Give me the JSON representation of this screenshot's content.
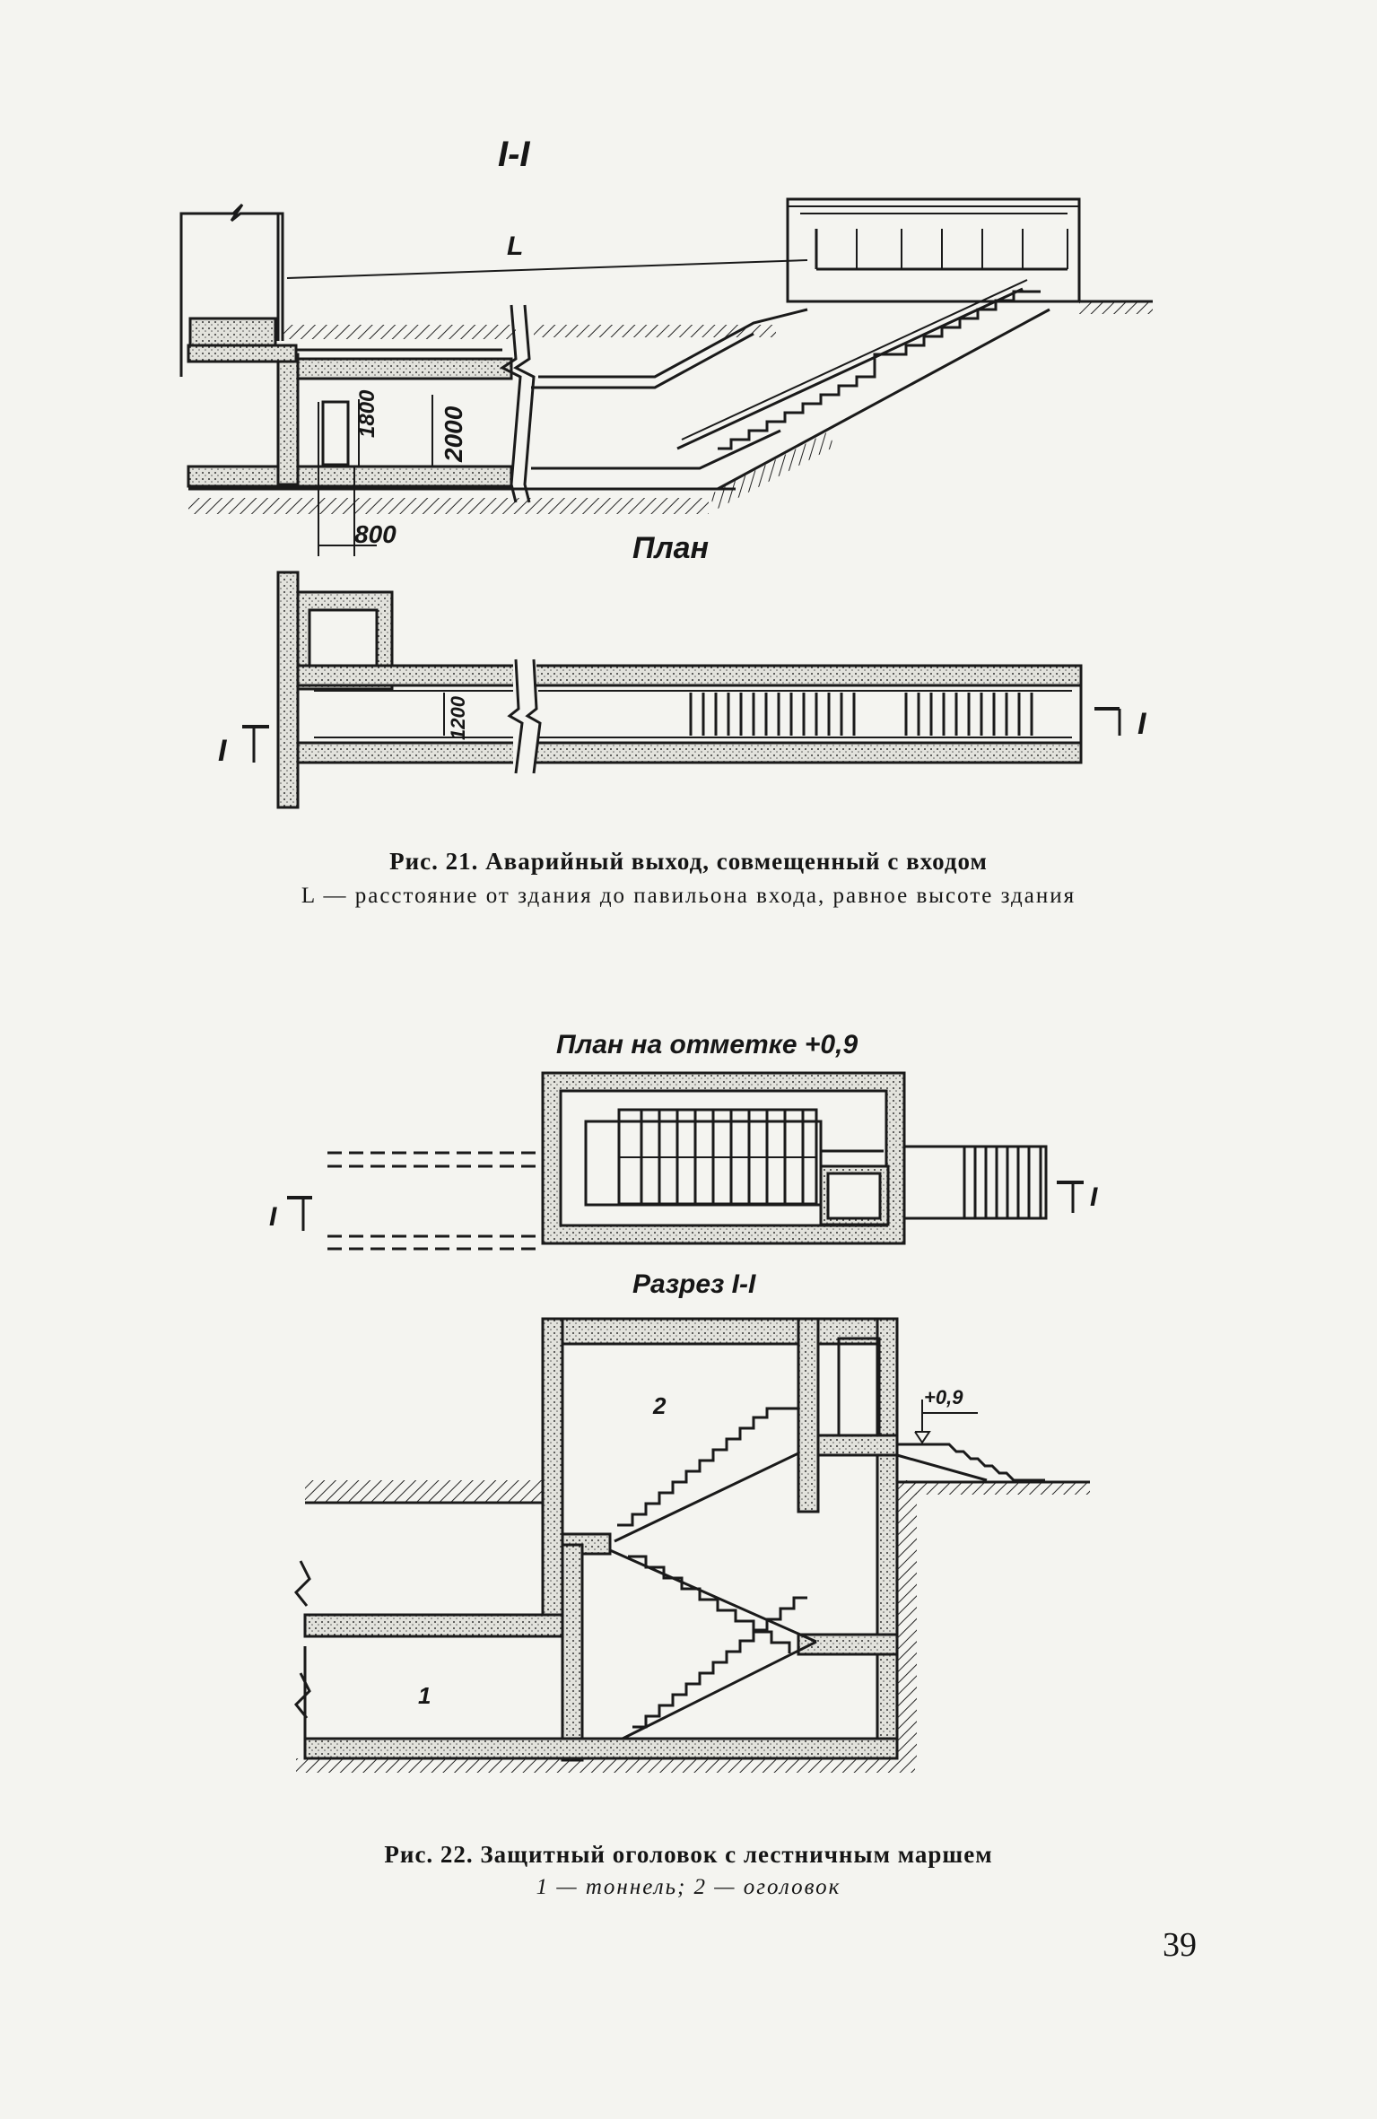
{
  "fig21": {
    "section_label": "I-I",
    "distance_label": "L",
    "dim_1800": "1800",
    "dim_2000": "2000",
    "dim_800": "800",
    "plan_label": "План",
    "dim_1200": "1200",
    "cut_left": "I",
    "cut_right": "I",
    "caption_title": "Рис. 21. Аварийный выход, совмещенный с входом",
    "caption_sub": "L — расстояние от здания до павильона входа, равное высоте здания"
  },
  "fig22": {
    "plan_label": "План на отметке +0,9",
    "cut_left": "I",
    "cut_right": "I",
    "section_label": "Разрез I-I",
    "room_2": "2",
    "level_mark": "+0,9",
    "room_1": "1",
    "caption_title": "Рис. 22. Защитный оголовок с лестничным маршем",
    "caption_sub": "1 — тоннель; 2 — оголовок"
  },
  "page_number": "39"
}
